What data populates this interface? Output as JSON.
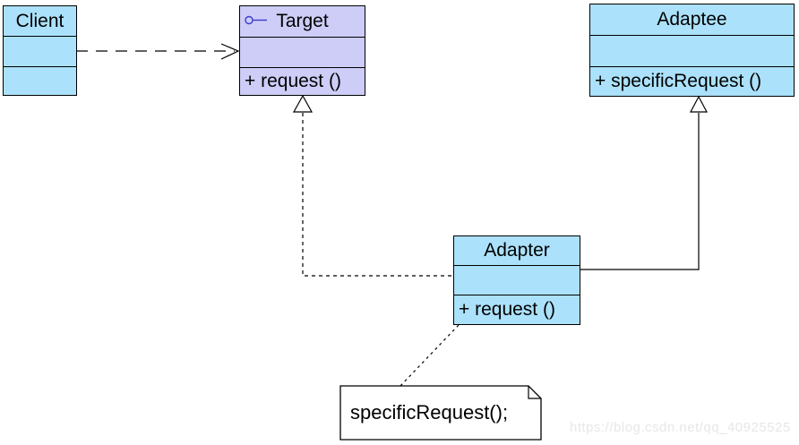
{
  "classes": {
    "client": {
      "name": "Client",
      "attributes": "",
      "methods": ""
    },
    "target": {
      "name": "Target",
      "attributes": "",
      "methods": "+ request ()"
    },
    "adaptee": {
      "name": "Adaptee",
      "attributes": "",
      "methods": "+ specificRequest ()"
    },
    "adapter": {
      "name": "Adapter",
      "attributes": "",
      "methods": "+ request ()"
    }
  },
  "note": {
    "text": "specificRequest();"
  },
  "relationships": [
    {
      "type": "dependency",
      "from": "Client",
      "to": "Target",
      "line": "dashed",
      "arrow": "open"
    },
    {
      "type": "realization",
      "from": "Adapter",
      "to": "Target",
      "line": "dashed",
      "arrow": "hollow-triangle"
    },
    {
      "type": "generalization",
      "from": "Adapter",
      "to": "Adaptee",
      "line": "solid",
      "arrow": "hollow-triangle"
    },
    {
      "type": "note-anchor",
      "from": "Adapter",
      "to": "note",
      "line": "dotted",
      "arrow": "none"
    }
  ],
  "icons": {
    "target_stereotype": "interface-lollipop-icon"
  },
  "watermark": "https://blog.csdn.net/qq_40925525",
  "colors": {
    "class_fill": "#ABE1FA",
    "interface_fill": "#CDCDF7",
    "border": "#000000",
    "line": "#000000",
    "note_fill": "#FFFFFF",
    "interface_icon": "#3A3ACF",
    "watermark": "#E7E7E7",
    "background": "#FFFFFF"
  }
}
